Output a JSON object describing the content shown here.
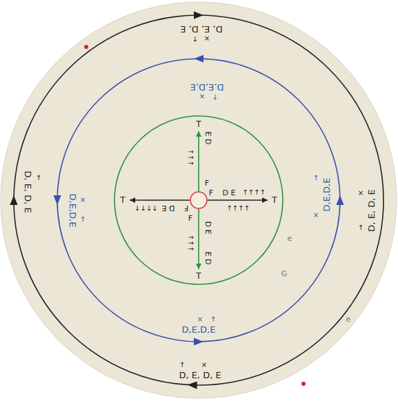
{
  "diagram": {
    "labels": [
      "D, E, D, E",
      "×",
      "↑",
      "D, E, D, E",
      "↑",
      "D, E, D, E",
      "×",
      "↑",
      "D, E, D, E",
      "↑",
      "×",
      "D,E,D,E",
      "×",
      "↑",
      "D,E,D,E",
      "×",
      "↑",
      "D,E,D,E",
      "×",
      "↑",
      "D,E,D,E",
      "×",
      "↑",
      "T",
      "F",
      "D E",
      "↑↑↑↑",
      "↑↑↑↑",
      "T",
      "F",
      "D E",
      "↑↑↑↑",
      "T",
      "F",
      "E D",
      "↑↑↑",
      "T",
      "F",
      "D E",
      "↑↑↑",
      "E D",
      "e",
      "G",
      "e"
    ]
  }
}
